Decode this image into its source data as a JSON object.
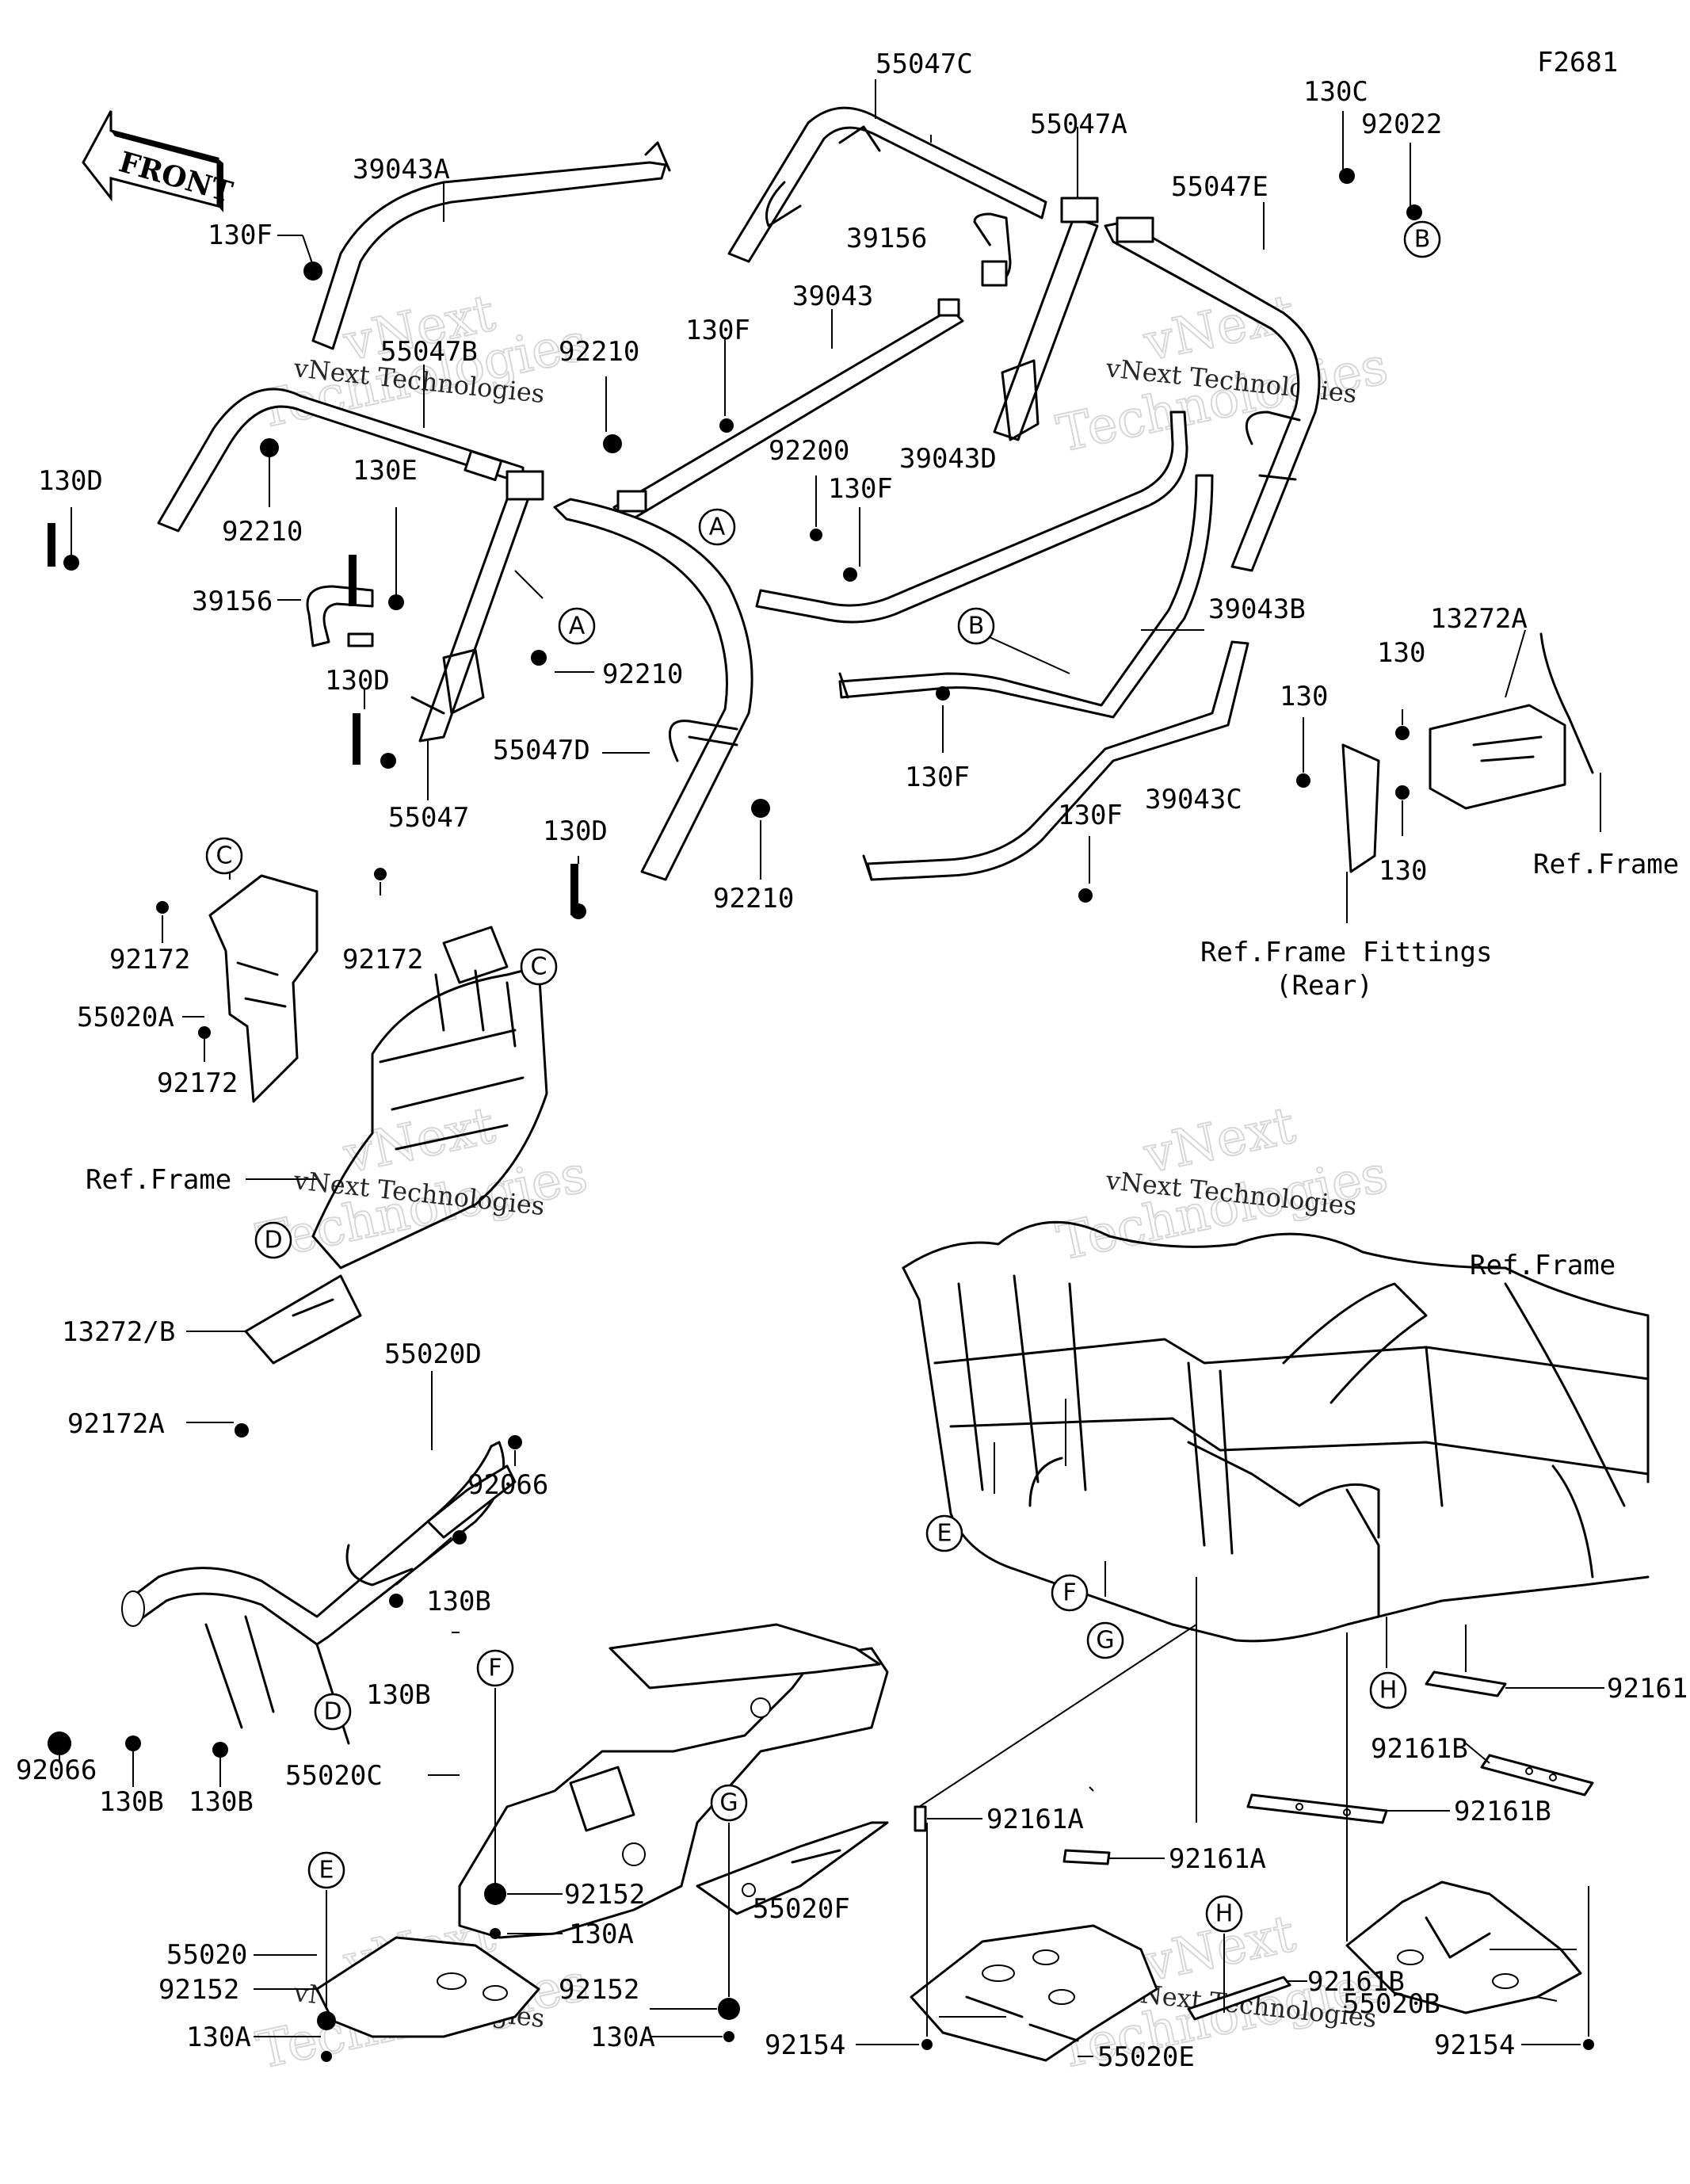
{
  "figure_code": "F2681",
  "front_arrow_label": "FRONT",
  "watermark": {
    "line1": "vNext Technologies",
    "line2a": "vNext",
    "line2b": "Technologies"
  },
  "part_labels": {
    "p55047C": "55047C",
    "p55047A": "55047A",
    "p55047E": "55047E",
    "p130C": "130C",
    "p92022": "92022",
    "p39043A": "39043A",
    "p130F_a": "130F",
    "p55047B": "55047B",
    "p92210_a": "92210",
    "p39156_a": "39156",
    "p39043": "39043",
    "p130F_b": "130F",
    "p130D_a": "130D",
    "p92210_b": "92210",
    "p130E": "130E",
    "p92200": "92200",
    "p130F_c": "130F",
    "p39043D": "39043D",
    "p39156_b": "39156",
    "p39043B": "39043B",
    "p130D_b": "130D",
    "p92210_c": "92210",
    "p13272A": "13272A",
    "p130_a": "130",
    "p130_b": "130",
    "p55047D": "55047D",
    "p55047": "55047",
    "p130F_d": "130F",
    "p39043C": "39043C",
    "p130F_e": "130F",
    "p130_c": "130",
    "p130D_c": "130D",
    "p92210_d": "92210",
    "refFrame_a": "Ref.Frame",
    "refFrameFittings": "Ref.Frame Fittings",
    "refFrameFittingsRear": "(Rear)",
    "p92172_a": "92172",
    "p92172_b": "92172",
    "p55020A": "55020A",
    "p92172_c": "92172",
    "refFrame_b": "Ref.Frame",
    "p13272B": "13272/B",
    "p55020D": "55020D",
    "p92172A": "92172A",
    "p92066_a": "92066",
    "p130B_a": "130B",
    "p130B_b": "130B",
    "p92066_b": "92066",
    "p130B_c": "130B",
    "p130B_d": "130B",
    "p55020C": "55020C",
    "p92152_a": "92152",
    "p130A_a": "130A",
    "p55020F": "55020F",
    "p55020": "55020",
    "p92152_b": "92152",
    "p130A_b": "130A",
    "p92152_c": "92152",
    "p130A_c": "130A",
    "refFrame_c": "Ref.Frame",
    "p92161_a": "92161",
    "p92161B_a": "92161B",
    "p92161A_a": "92161A",
    "p92161B_b": "92161B",
    "p92161A_b": "92161A",
    "p92161B_c": "92161B",
    "p55020B": "55020B",
    "p92154_a": "92154",
    "p55020E": "55020E",
    "p92154_b": "92154"
  },
  "callouts": {
    "A1": "A",
    "A2": "A",
    "B1": "B",
    "B2": "B",
    "C1": "C",
    "C2": "C",
    "D1": "D",
    "D2": "D",
    "E1": "E",
    "E2": "E",
    "F1": "F",
    "F2": "F",
    "G1": "G",
    "G2": "G",
    "H1": "H",
    "H2": "H"
  }
}
